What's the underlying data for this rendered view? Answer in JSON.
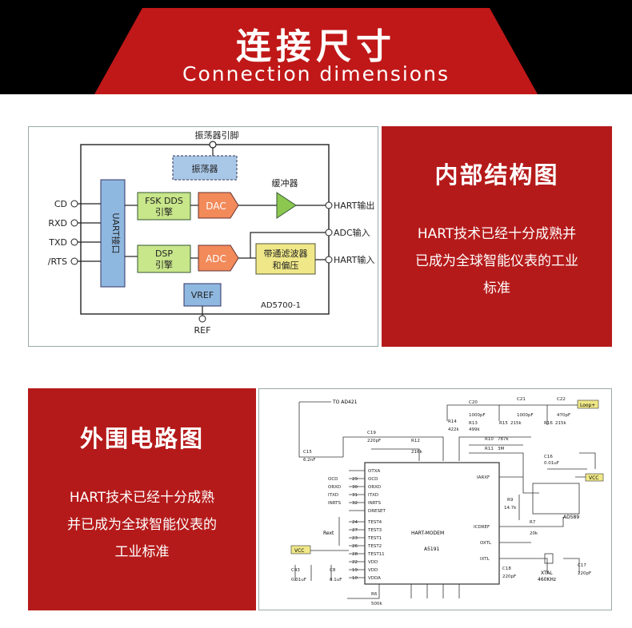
{
  "header": {
    "title": "连接尺寸",
    "subtitle": "Connection dimensions"
  },
  "block_section": {
    "heading": "内部结构图",
    "description_lines": [
      "HART技术已经十分成熟并",
      "已成为全球智能仪表的工业",
      "标准"
    ],
    "diagram": {
      "pins_left": [
        "CD",
        "RXD",
        "TXD",
        "/RTS"
      ],
      "uart_label": "UART接口",
      "osc_pin_label": "振荡器引脚",
      "osc_label": "振荡器",
      "buffer_label": "缓冲器",
      "fsk_label_1": "FSK DDS",
      "fsk_label_2": "引擎",
      "dac_label": "DAC",
      "dsp_label_1": "DSP",
      "dsp_label_2": "引擎",
      "adc_label": "ADC",
      "filter_label_1": "带通滤波器",
      "filter_label_2": "和偏压",
      "vref_label": "VREF",
      "part_label": "AD5700-1",
      "ref_label": "REF",
      "out_hart": "HART输出",
      "out_adc": "ADC输入",
      "in_hart": "HART输入"
    }
  },
  "circuit_section": {
    "heading": "外围电路图",
    "description_lines": [
      "HART技术已经十分成熟",
      "并已成为全球智能仪表的",
      "工业标准"
    ],
    "schematic": {
      "to_label": "TO AD421",
      "chip_name": "HART-MODEM",
      "chip_part": "A5191",
      "loop_label": "Loop+",
      "vcc_label": "VCC",
      "crystal_label": "XTAL",
      "crystal_freq": "460KHz",
      "rext_label": "Rext",
      "left_pins": [
        "OTXA",
        "OCD",
        "ORXD",
        "ITXD",
        "INRTS",
        "DRESET",
        "TEST4",
        "TEST3",
        "TEST1",
        "TEST2",
        "TEST11",
        "VDD",
        "VDD",
        "VDDA"
      ],
      "left_nets": [
        "OCD",
        "ORXD",
        "ITXD",
        "INRTS"
      ],
      "pin_numbers": [
        "29",
        "30",
        "31",
        "32",
        "24",
        "27",
        "23",
        "26",
        "28",
        "22",
        "19",
        "10"
      ],
      "right_pins": [
        "IARXF",
        "ICDREF",
        "OXTL",
        "IXTL"
      ],
      "components": [
        "C15",
        "C19",
        "C20",
        "C21",
        "C22",
        "C16",
        "C17",
        "C18",
        "C43",
        "C8",
        "R6",
        "R7",
        "R9",
        "R10",
        "R11",
        "R12",
        "R13",
        "R14",
        "R15",
        "R16"
      ],
      "values": [
        "6.2nF",
        "220pF",
        "1000pF",
        "1000pF",
        "470pF",
        "0.01uF",
        "220pF",
        "220pF",
        "0.01uF",
        "0.1uF",
        "500k",
        "20k",
        "14.7k",
        "787k",
        "3M",
        "216k",
        "499k",
        "422k",
        "215k",
        "215k"
      ],
      "ic_ref": "AD589"
    }
  },
  "colors": {
    "red": "#b51a1a",
    "banner_red": "#c01818",
    "block_blue": "#8fb8e0",
    "block_green": "#c8e68a",
    "block_orange": "#f28a5a",
    "block_yellow": "#f0e888",
    "buffer_green": "#8cc850"
  }
}
